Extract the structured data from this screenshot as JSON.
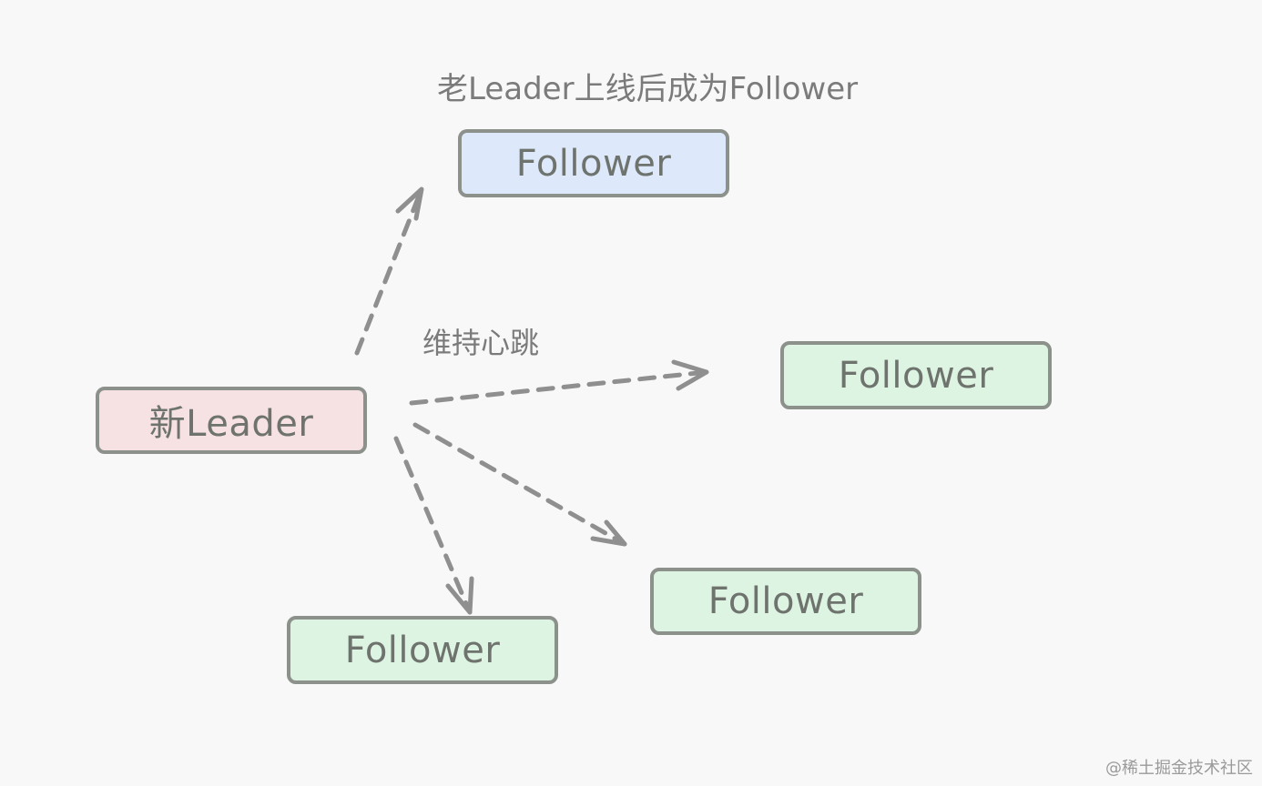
{
  "diagram": {
    "top_caption": "老Leader上线后成为Follower",
    "arrow_label": "维持心跳",
    "nodes": {
      "old_leader_follower": "Follower",
      "new_leader": "新Leader",
      "right_follower": "Follower",
      "middle_follower": "Follower",
      "bottom_follower": "Follower"
    },
    "watermark": "@稀土掘金技术社区"
  }
}
